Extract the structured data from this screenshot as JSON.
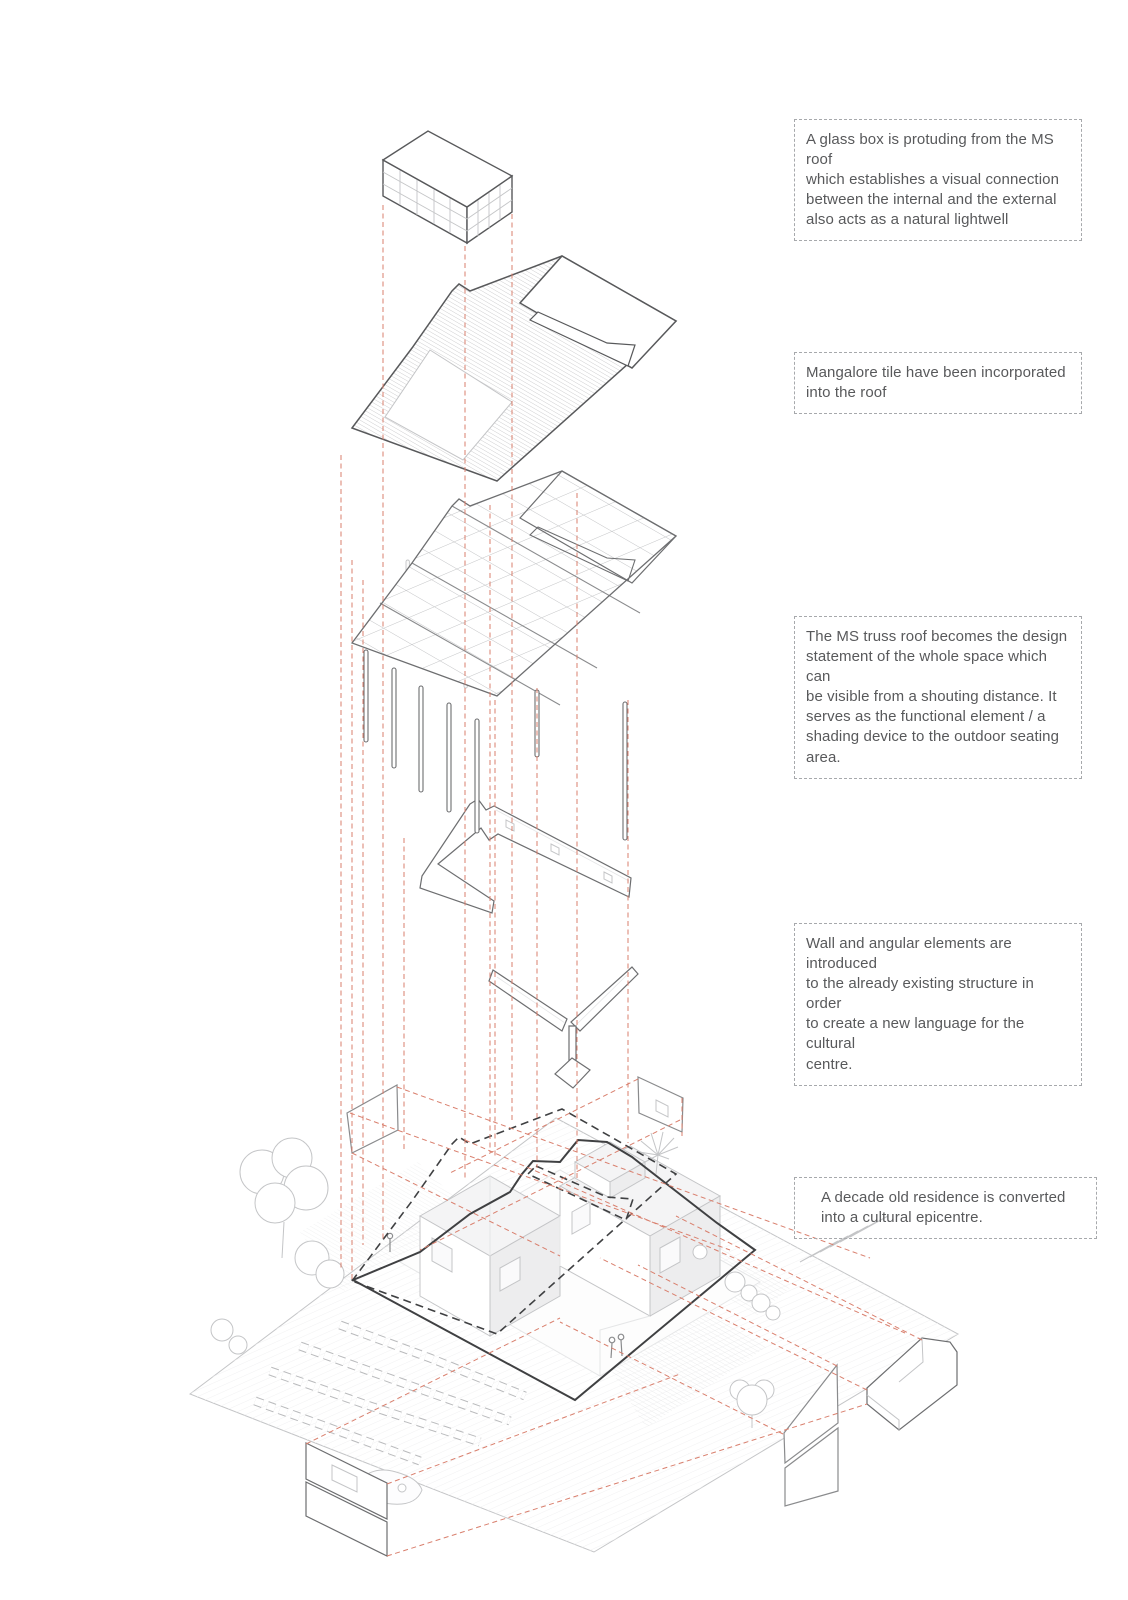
{
  "colors": {
    "background": "#ffffff",
    "accent": "#d97f6d",
    "ink": "#58595b",
    "bold": "#3f4042",
    "line": "#6d6e70",
    "line_mid": "#8a8b8d",
    "line_light": "#c4c5c7",
    "line_faint": "#e5e6e7",
    "text": "#58595b",
    "border": "#a7a9ac"
  },
  "annotations": [
    {
      "id": "glass-box",
      "text": "A glass box is protuding from the MS roof\nwhich establishes a visual connection\nbetween the internal and the external\nalso acts as a natural lightwell"
    },
    {
      "id": "mangalore-tile",
      "text": "Mangalore tile have been incorporated\ninto the roof"
    },
    {
      "id": "ms-truss-roof",
      "text": "The MS truss roof becomes the design\nstatement of the whole space which can\nbe visible from a shouting distance. It\nserves as the functional element / a\nshading device to the outdoor seating\narea."
    },
    {
      "id": "wall-elements",
      "text": "Wall and angular elements are introduced\nto the already existing structure in order\nto create a new language for the cultural\ncentre."
    },
    {
      "id": "residence",
      "text": "A decade old residence is converted\ninto a cultural epicentre."
    }
  ]
}
